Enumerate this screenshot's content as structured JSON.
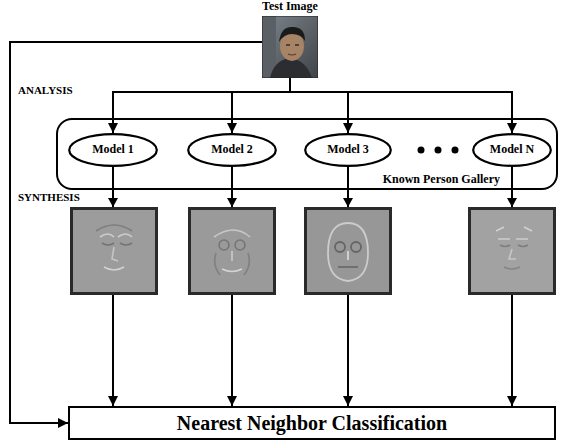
{
  "diagram": {
    "nodes": [
      {
        "text": [
          "Test Image"
        ]
      },
      {
        "text": [
          "Known Person Gallery"
        ]
      },
      {
        "text": [
          "Model 1"
        ],
        "in": 1
      },
      {
        "text": [
          "Model 2"
        ],
        "in": 1
      },
      {
        "text": [
          "Model 3"
        ],
        "in": 1
      },
      {
        "text": [
          "Model N"
        ],
        "in": 1
      },
      {
        "text": [
          "Nearest Neighbor Classification"
        ]
      }
    ],
    "edges": [
      {
        "from": 0,
        "to": 2,
        "arrow": "to"
      },
      {
        "from": 0,
        "to": 3,
        "arrow": "to"
      },
      {
        "from": 0,
        "to": 4,
        "arrow": "to"
      },
      {
        "from": 0,
        "to": 5,
        "arrow": "to"
      },
      {
        "from": 2,
        "to": 6,
        "arrow": "to"
      },
      {
        "from": 3,
        "to": 6,
        "arrow": "to"
      },
      {
        "from": 4,
        "to": 6,
        "arrow": "to"
      },
      {
        "from": 5,
        "to": 6,
        "arrow": "to"
      },
      {
        "from": 0,
        "to": 6,
        "arrow": "to"
      }
    ],
    "labels": [
      "ANALYSIS",
      "SYNTHESIS"
    ]
  }
}
